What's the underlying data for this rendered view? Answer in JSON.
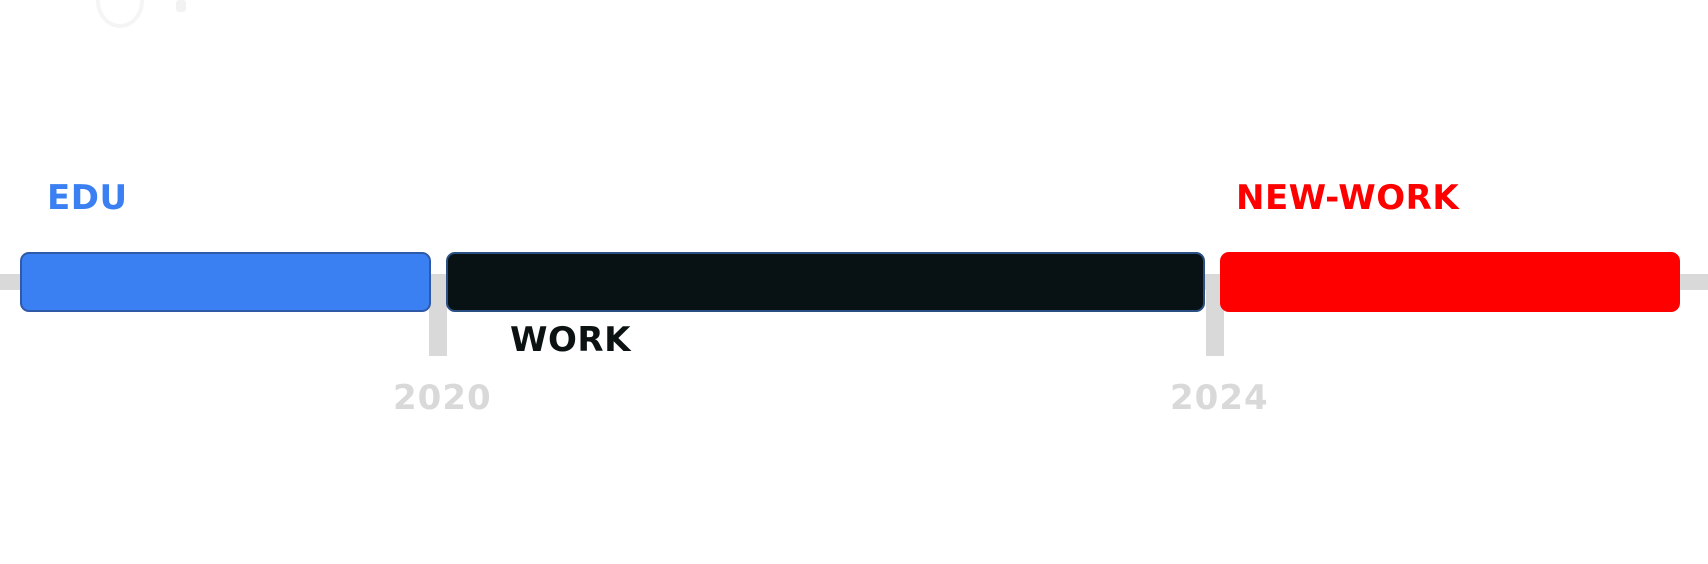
{
  "timeline": {
    "axis_ticks": [
      {
        "label": "2020"
      },
      {
        "label": "2024"
      }
    ],
    "segments": [
      {
        "label": "EDU",
        "color": "#3b80f3"
      },
      {
        "label": "WORK",
        "color": "#081214"
      },
      {
        "label": "NEW-WORK",
        "color": "#ff0000"
      }
    ],
    "axis_color": "#d9d9d9"
  }
}
